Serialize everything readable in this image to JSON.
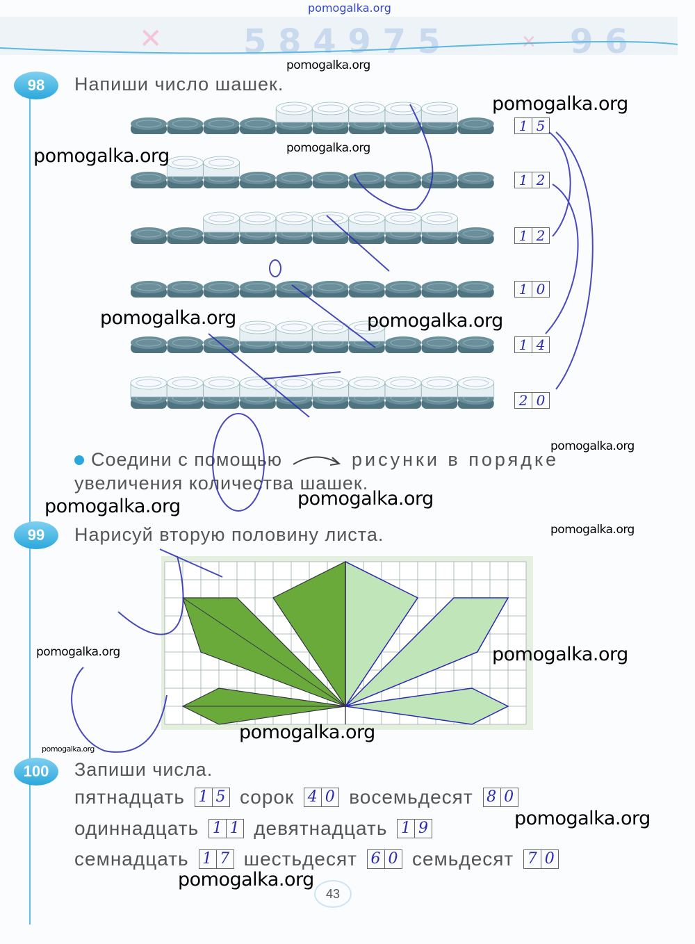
{
  "header_watermark": "pomogalka.org",
  "watermarks": {
    "w1": "pomogalka.org",
    "w2": "pomogalka.org",
    "w3": "pomogalka.org",
    "w4": "pomogalka.org",
    "w5": "pomogalka.org",
    "w6": "pomogalka.org",
    "w7": "pomogalka.org",
    "w8": "pomogalka.org",
    "w9": "pomogalka.org",
    "w10": "pomogalka.org",
    "w11": "pomogalka.org",
    "w12": "pomogalka.org",
    "w13": "pomogalka.org",
    "w14": "pomogalka.org",
    "w15": "pomogalka.org",
    "w16": "pomogalka.org"
  },
  "task98": {
    "number": "98",
    "title": "Напиши число шашек.",
    "rows": [
      {
        "stack": [
          0,
          0,
          0,
          0,
          1,
          1,
          1,
          1,
          1,
          0
        ],
        "answer": [
          "1",
          "5"
        ]
      },
      {
        "stack": [
          0,
          1,
          1,
          0,
          0,
          0,
          0,
          0,
          0,
          0
        ],
        "answer": [
          "1",
          "2"
        ]
      },
      {
        "stack": [
          0,
          0,
          1,
          1,
          1,
          1,
          1,
          1,
          1,
          0
        ],
        "answer": [
          "1",
          "2"
        ]
      },
      {
        "stack": [
          0,
          0,
          0,
          0,
          0,
          0,
          0,
          0,
          0,
          0
        ],
        "answer": [
          "1",
          "0"
        ]
      },
      {
        "stack": [
          0,
          0,
          0,
          1,
          1,
          1,
          1,
          0,
          0,
          0
        ],
        "answer": [
          "1",
          "4"
        ]
      },
      {
        "stack": [
          1,
          1,
          1,
          1,
          1,
          1,
          1,
          1,
          1,
          1
        ],
        "answer": [
          "2",
          "0"
        ]
      }
    ],
    "instruction_part1": "Соедини с помощью",
    "instruction_part2": "рисунки в порядке",
    "instruction_line2": "увеличения количества шашек.",
    "bullet_color": "#2aa8dc"
  },
  "task99": {
    "number": "99",
    "title": "Нарисуй вторую половину листа."
  },
  "task100": {
    "number": "100",
    "title": "Запиши числа.",
    "lines": [
      [
        {
          "word": "пятнадцать",
          "answer": [
            "1",
            "5"
          ]
        },
        {
          "word": "сорок",
          "answer": [
            "4",
            "0"
          ]
        },
        {
          "word": "восемьдесят",
          "answer": [
            "8",
            "0"
          ]
        }
      ],
      [
        {
          "word": "одиннадцать",
          "answer": [
            "1",
            "1"
          ]
        },
        {
          "word": "девятнадцать",
          "answer": [
            "1",
            "9"
          ]
        }
      ],
      [
        {
          "word": "семнадцать",
          "answer": [
            "1",
            "7"
          ]
        },
        {
          "word": "шестьдесят",
          "answer": [
            "6",
            "0"
          ]
        },
        {
          "word": "семьдесят",
          "answer": [
            "7",
            "0"
          ]
        }
      ]
    ]
  },
  "page_number": "43",
  "colors": {
    "leaf": "#6aaa3a",
    "leaf_drawn": "#bfe5b8",
    "pen": "#2a2ab0",
    "accent": "#2aa8dc"
  }
}
